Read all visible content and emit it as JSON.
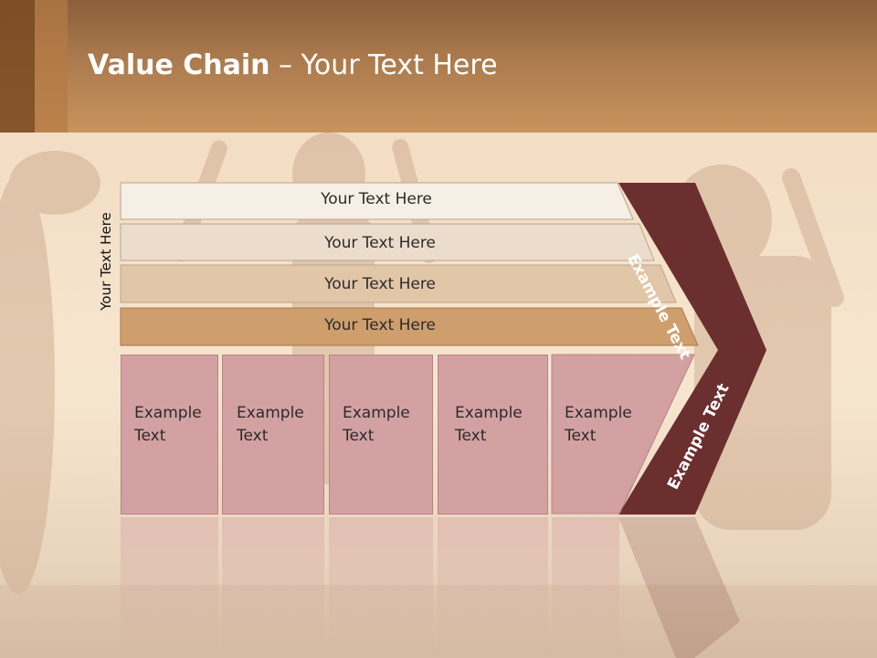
{
  "slide": {
    "title_bold": "Value Chain",
    "title_rest": " – Your Text Here",
    "side_label": "Your Text Here",
    "rows": [
      {
        "label": "Your Text Here",
        "color": "#f5efe6"
      },
      {
        "label": "Your Text Here",
        "color": "#ecdccb"
      },
      {
        "label": "Your Text Here",
        "color": "#e2c6a8"
      },
      {
        "label": "Your Text Here",
        "color": "#cf9e6d"
      }
    ],
    "boxes": [
      {
        "line1": "Example",
        "line2": "Text"
      },
      {
        "line1": "Example",
        "line2": "Text"
      },
      {
        "line1": "Example",
        "line2": "Text"
      },
      {
        "line1": "Example",
        "line2": "Text"
      },
      {
        "line1": "Example",
        "line2": "Text"
      }
    ],
    "chevron_top_label": "Example Text",
    "chevron_bottom_label": "Example Text",
    "chevron_color": "#6b2f2f",
    "box_color": "#d4a1a3"
  }
}
